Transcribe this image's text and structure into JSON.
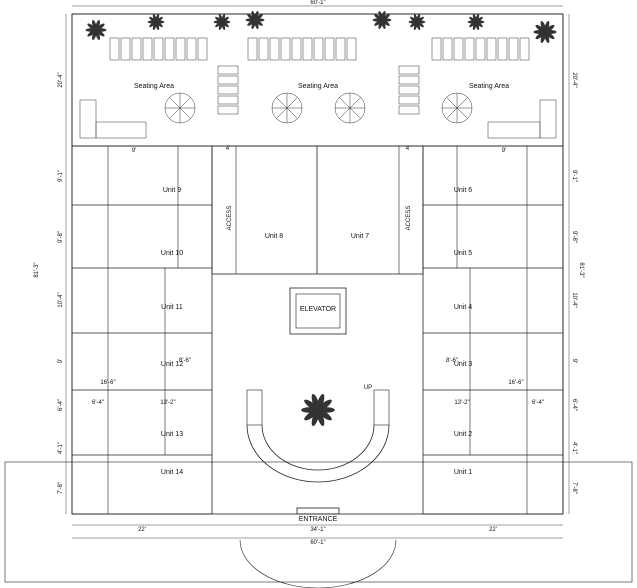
{
  "top_area": {
    "seating_labels": [
      "Seating Area",
      "Seating Area",
      "Seating Area"
    ]
  },
  "units": {
    "left": [
      "Unit 9",
      "Unit 10",
      "Unit 11",
      "Unit 12",
      "Unit 13",
      "Unit 14"
    ],
    "right": [
      "Unit 6",
      "Unit 5",
      "Unit 4",
      "Unit 3",
      "Unit 2",
      "Unit 1"
    ],
    "center": [
      "Unit 8",
      "Unit 7"
    ]
  },
  "core": {
    "elevator": "ELEVATOR",
    "entrance": "ENTRANCE",
    "up": "UP",
    "access": [
      "ACCESS",
      "ACCESS"
    ]
  },
  "dimensions": {
    "top_overall": "60'-1\"",
    "bottom_left": "22'",
    "bottom_center": "34'-1\"",
    "bottom_right": "22'",
    "bottom_overall": "60'-1\"",
    "seating_depth": "20'-4\"",
    "side_overall": "81'-3\"",
    "unit_rows_left": [
      "9'-1\"",
      "9'-8\"",
      "10'-4\"",
      "9'",
      "6'-4\"",
      "4'-1\"",
      "7'-8\""
    ],
    "unit_rows_right": [
      "9'-1\"",
      "9'-8\"",
      "10'-4\"",
      "9'",
      "6'-4\"",
      "4'-1\"",
      "7'-8\""
    ],
    "interior": [
      "16'-6\"",
      "16'-6\"",
      "13'-2\"",
      "13'-2\"",
      "6'-4\"",
      "6'-4\"",
      "8'-6\"",
      "8'-6\"",
      "4'",
      "4'",
      "9'",
      "9'"
    ]
  }
}
